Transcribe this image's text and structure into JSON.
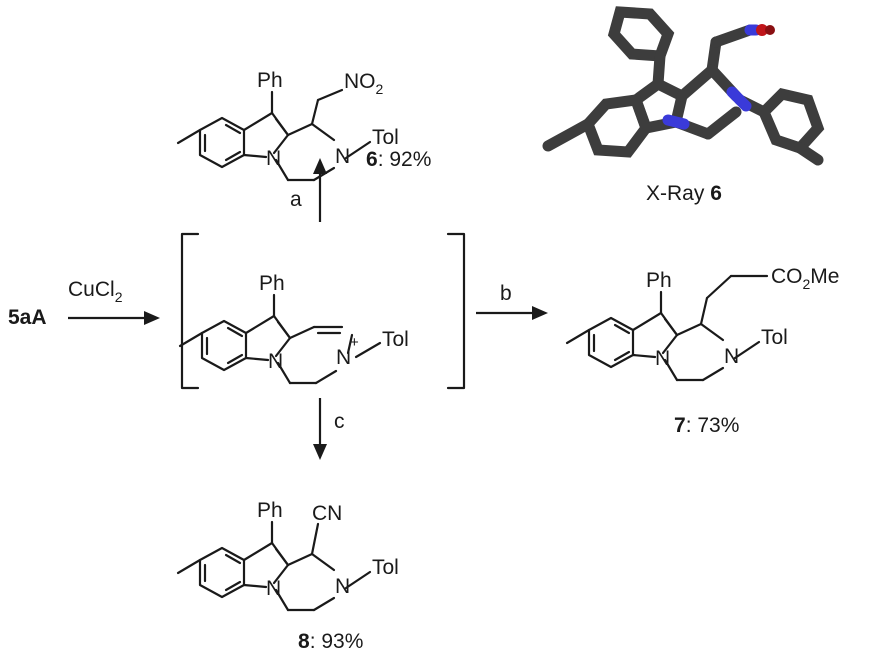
{
  "reagent": {
    "start": "5aA",
    "catalyst_main": "CuCl",
    "catalyst_sub": "2"
  },
  "conditions": {
    "a": "a",
    "b": "b",
    "c": "c"
  },
  "labels": {
    "ph": "Ph",
    "n": "N",
    "tol": "Tol",
    "plus": "+",
    "no2_main": "NO",
    "no2_sub": "2",
    "co2me_a": "CO",
    "co2me_sub": "2",
    "co2me_b": "Me",
    "cn": "CN"
  },
  "products": {
    "p6": {
      "num": "6",
      "yield": ": 92%"
    },
    "p7": {
      "num": "7",
      "yield": ": 73%"
    },
    "p8": {
      "num": "8",
      "yield": ": 93%"
    }
  },
  "xray": {
    "prefix": "X-Ray ",
    "num": "6"
  },
  "colors": {
    "bond": "#1a1a1a",
    "xray_carbon": "#3d3d3d",
    "xray_nitrogen": "#3a3ad9",
    "xray_oxygen": "#c0151a"
  }
}
